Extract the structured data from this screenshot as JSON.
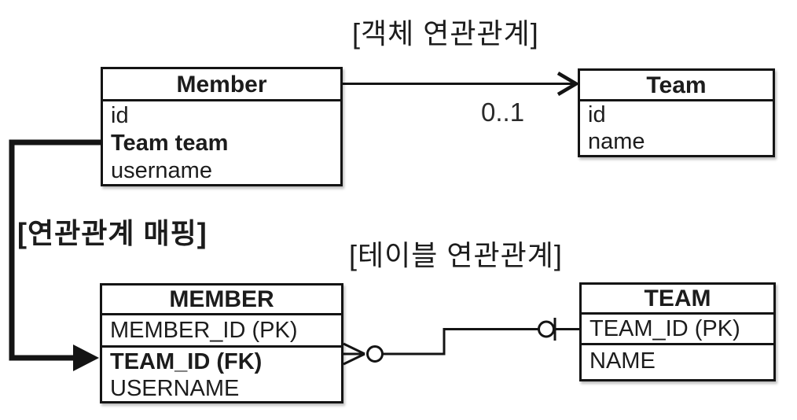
{
  "titles": {
    "object_association": "[객체 연관관계]",
    "mapping": "[연관관계 매핑]",
    "table_association": "[테이블 연관관계]"
  },
  "object_model": {
    "member_class": {
      "title": "Member",
      "fields": [
        "id",
        "Team team",
        "username"
      ]
    },
    "team_class": {
      "title": "Team",
      "fields": [
        "id",
        "name"
      ]
    },
    "association_cardinality": "0..1"
  },
  "table_model": {
    "member_table": {
      "title": "MEMBER",
      "columns": [
        "MEMBER_ID (PK)",
        "TEAM_ID (FK)",
        "USERNAME"
      ]
    },
    "team_table": {
      "title": "TEAM",
      "columns": [
        "TEAM_ID (PK)",
        "NAME"
      ]
    }
  },
  "colors": {
    "line": "#141414",
    "background": "#ffffff",
    "text": "#1c1c1c"
  }
}
